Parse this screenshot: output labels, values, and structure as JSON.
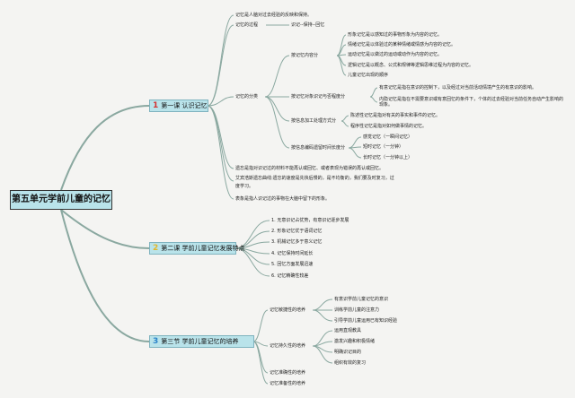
{
  "root": "第五单元学前儿童的记忆",
  "colors": {
    "num1": "#d43131",
    "num2": "#e2b72a",
    "num3": "#2a83c9",
    "link": "#8aa8a0",
    "node_bg": "#b9e3ea"
  },
  "lesson1": {
    "num": "1",
    "title": "第一课 认识记忆",
    "definition": "记忆是人脑对过去经验的反映和保持。",
    "process": "记忆的过程",
    "process_detail": "识记--保持--回忆",
    "classification": "记忆的分类",
    "by_content": "按记忆内容分",
    "content_items": [
      "形象记忆是以感知过的事物形象为内容的记忆。",
      "情绪记忆是以体验过的某种情绪或情感为内容的记忆。",
      "运动记忆是以做过的运动或动作为内容的记忆。",
      "逻辑记忆是以概念、公式和规律等逻辑思维过程为内容的记忆。",
      "儿童记忆出现的顺序"
    ],
    "by_purpose": "按记忆对象识记与否程度分",
    "purpose_items": [
      "有意记忆是指在意识的控制下，以及经过对当前活动情境产生的有意识的影响。",
      "内隐记忆是指在不需要意识或有意回忆的条件下，个体的过去经验对当前任务自动产生影响的现象。"
    ],
    "by_processing": "按信息加工处理方式分",
    "processing_items": [
      "陈述性记忆是指对有关的事实和事件的记忆。",
      "程序性记忆是指对如何做事情的记忆。"
    ],
    "by_duration": "按信息编码遗留时间长度分",
    "duration_items": [
      "感觉记忆（一瞬间记忆）",
      "短时记忆（一分钟）",
      "长时记忆（一分钟以上）"
    ],
    "forgetting": "遗忘是指对识记过的材料不能再认或回忆、或者表现为错误的再认或回忆。",
    "ebbinghaus_1": "艾宾浩斯遗忘曲线:遗忘的速度是先快后慢的，是不均衡的，我们要及时复习，过",
    "ebbinghaus_2": "度学习。",
    "representation": "表象是指人识记过的事物在大脑中留下的形象。"
  },
  "lesson2": {
    "num": "2",
    "title": "第二课 学前儿童记忆发展特点",
    "items": [
      "1. 无意识记占优势，有意识记逐步发展",
      "2. 形象记忆优于语词记忆",
      "3. 机械记忆多于意义记忆",
      "4. 记忆保持时间延长",
      "5. 回忆方面发展迅速",
      "6. 记忆精确性较差"
    ]
  },
  "lesson3": {
    "num": "3",
    "title": "第三节 学前儿童记忆的培养",
    "b1": "记忆敏捷性的培养",
    "b1_items": [
      "有意识学前儿童记忆的意识",
      "训练学前儿童的注意力",
      "引导学前儿童运用已有知识经验"
    ],
    "b2": "记忆持久性的培养",
    "b2_items": [
      "运用直观教具",
      "激发兴趣和积极情绪",
      "明确识记目的",
      "组织有效的复习"
    ],
    "b3": "记忆准确性的培养",
    "b4": "记忆准备性的培养"
  }
}
